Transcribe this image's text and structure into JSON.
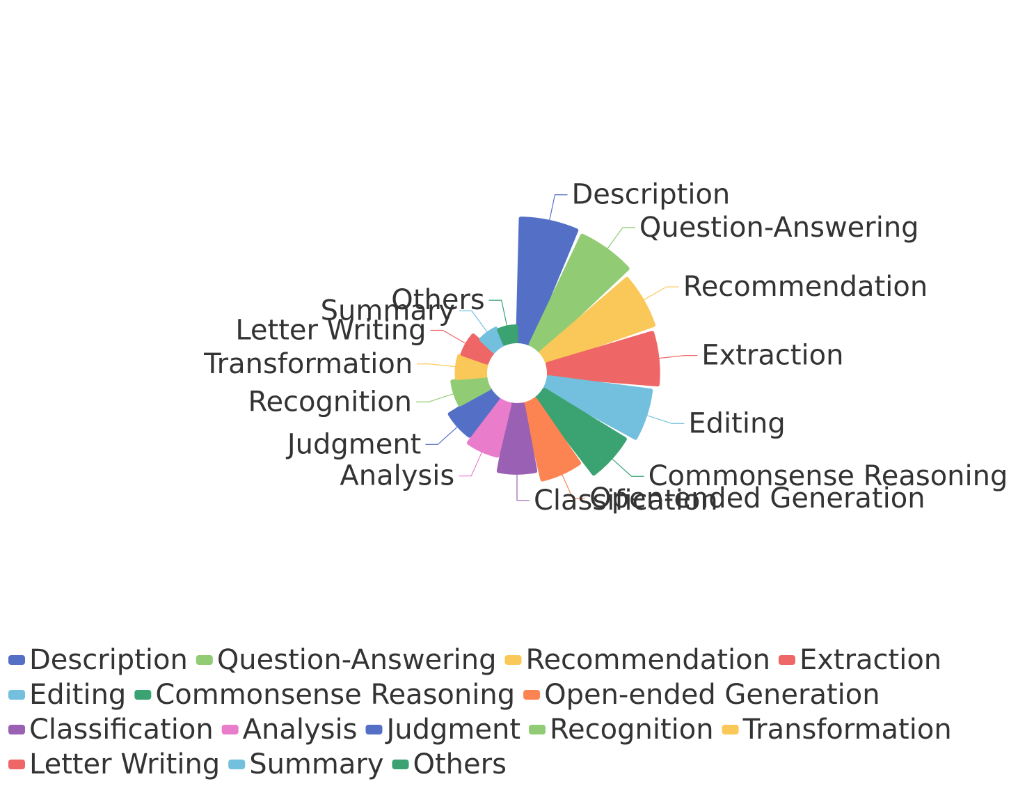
{
  "chart_data": {
    "type": "pie",
    "variant": "rose",
    "categories": [
      "Description",
      "Question-Answering",
      "Recommendation",
      "Extraction",
      "Editing",
      "Commonsense Reasoning",
      "Open-ended Generation",
      "Classification",
      "Analysis",
      "Judgment",
      "Recognition",
      "Transformation",
      "Letter Writing",
      "Summary",
      "Others"
    ],
    "values": [
      100,
      98,
      92,
      89,
      84,
      77,
      63,
      55,
      43,
      38,
      27,
      23,
      21,
      14,
      12
    ],
    "colors": [
      "#5470c6",
      "#91cc75",
      "#fac858",
      "#ee6666",
      "#73c0de",
      "#3ba272",
      "#fc8452",
      "#9a60b4",
      "#ea7ccc",
      "#5470c6",
      "#91cc75",
      "#fac858",
      "#ee6666",
      "#73c0de",
      "#3ba272"
    ],
    "title": "",
    "legend_position": "bottom-left"
  }
}
